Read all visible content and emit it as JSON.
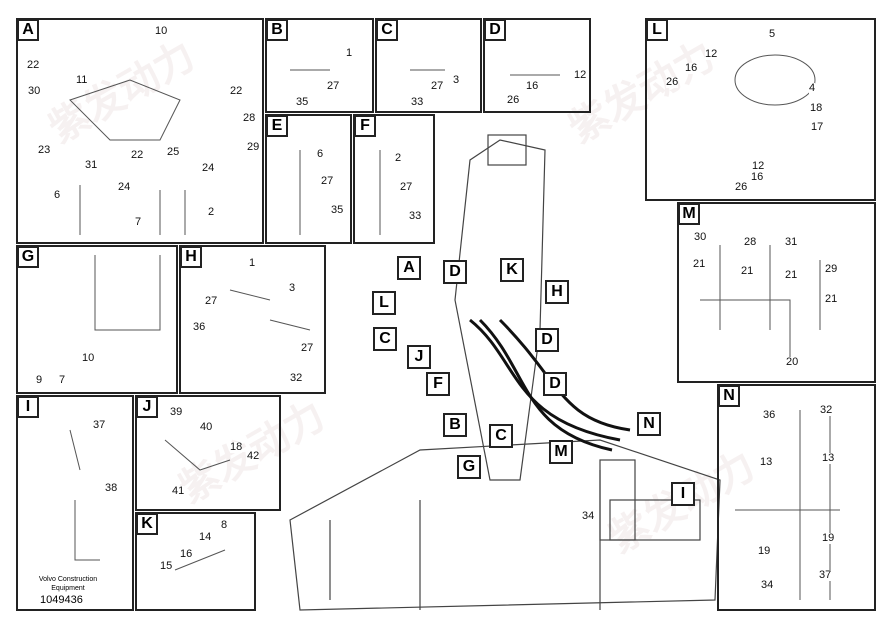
{
  "watermark": "紫发动力 Diesel-Engines",
  "footer": {
    "brand": "Volvo Construction Equipment",
    "part_number": "1049436"
  },
  "panels": {
    "A": {
      "label": "A",
      "callouts": [
        "10",
        "22",
        "11",
        "30",
        "22",
        "28",
        "23",
        "31",
        "22",
        "25",
        "24",
        "29",
        "24",
        "6",
        "7",
        "2"
      ]
    },
    "B": {
      "label": "B",
      "callouts": [
        "1",
        "27",
        "35"
      ]
    },
    "C": {
      "label": "C",
      "callouts": [
        "3",
        "27",
        "33"
      ]
    },
    "D": {
      "label": "D",
      "callouts": [
        "12",
        "16",
        "26"
      ]
    },
    "E": {
      "label": "E",
      "callouts": [
        "6",
        "27",
        "35"
      ]
    },
    "F": {
      "label": "F",
      "callouts": [
        "2",
        "27",
        "33"
      ]
    },
    "G": {
      "label": "G",
      "callouts": [
        "10",
        "9",
        "7"
      ]
    },
    "H": {
      "label": "H",
      "callouts": [
        "1",
        "3",
        "27",
        "36",
        "27",
        "32"
      ]
    },
    "I": {
      "label": "I",
      "callouts": [
        "37",
        "38"
      ]
    },
    "J": {
      "label": "J",
      "callouts": [
        "39",
        "40",
        "18",
        "42",
        "41"
      ]
    },
    "K": {
      "label": "K",
      "callouts": [
        "8",
        "14",
        "16",
        "15"
      ]
    },
    "L": {
      "label": "L",
      "callouts": [
        "5",
        "12",
        "16",
        "26",
        "4",
        "18",
        "17",
        "12",
        "16",
        "26"
      ]
    },
    "M": {
      "label": "M",
      "callouts": [
        "30",
        "28",
        "31",
        "21",
        "21",
        "21",
        "29",
        "21",
        "20"
      ]
    },
    "N": {
      "label": "N",
      "callouts": [
        "36",
        "32",
        "13",
        "13",
        "19",
        "19",
        "34",
        "37"
      ]
    }
  },
  "overview": {
    "letters": [
      "A",
      "D",
      "K",
      "H",
      "L",
      "C",
      "D",
      "J",
      "F",
      "D",
      "B",
      "C",
      "G",
      "N",
      "M",
      "I"
    ],
    "number": "34"
  }
}
